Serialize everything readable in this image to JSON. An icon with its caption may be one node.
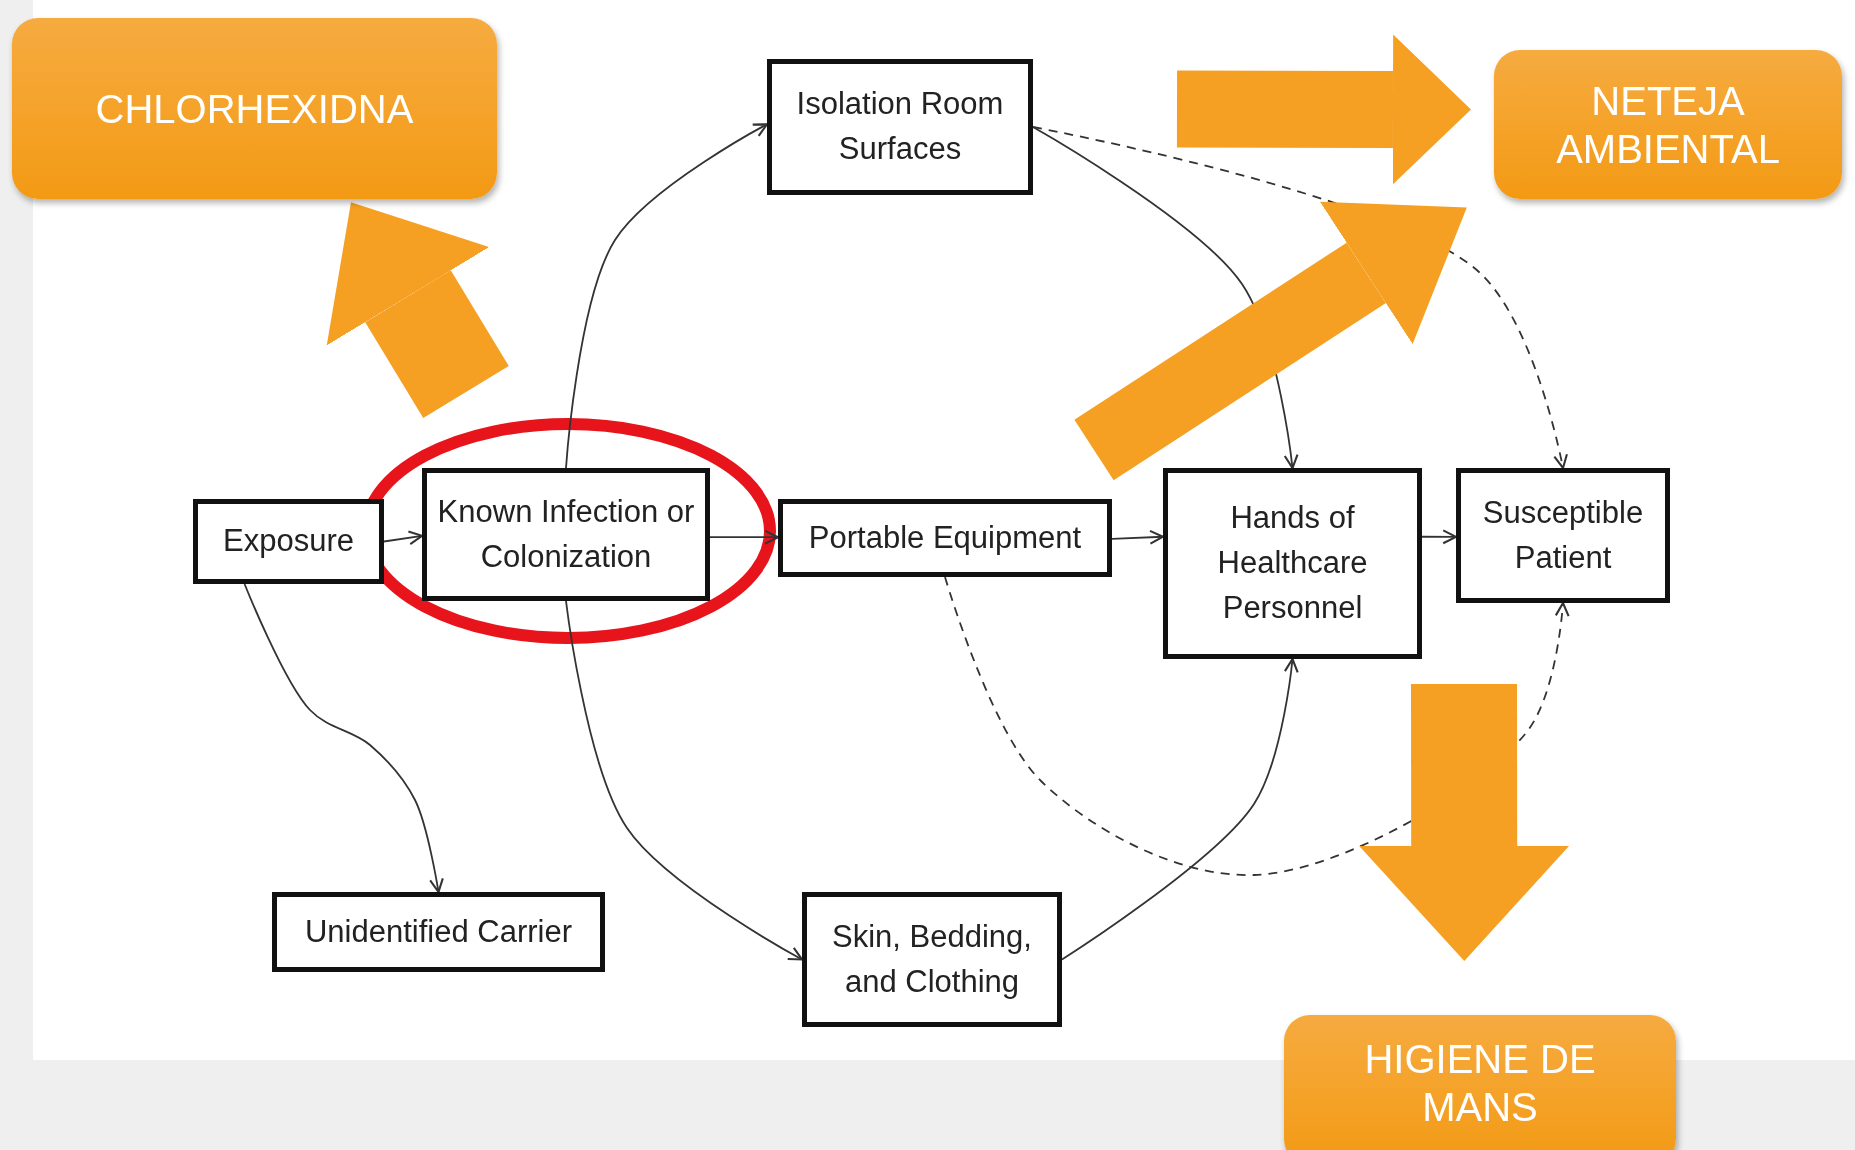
{
  "diagram": {
    "nodes": [
      {
        "text": [
          "CHLORHEXIDNA"
        ]
      },
      {
        "text": [
          "Isolation Room Surfaces"
        ]
      },
      {
        "text": [
          "NETEJA AMBIENTAL"
        ]
      },
      {
        "text": [
          "Exposure"
        ]
      },
      {
        "text": [
          "Known Infection or Colonization"
        ]
      },
      {
        "text": [
          "Portable Equipment"
        ]
      },
      {
        "text": [
          "Hands of Healthcare Personnel"
        ]
      },
      {
        "text": [
          "Susceptible Patient"
        ]
      },
      {
        "text": [
          "Unidentified Carrier"
        ]
      },
      {
        "text": [
          "Skin, Bedding, and Clothing"
        ]
      },
      {
        "text": [
          "HIGIENE DE MANS"
        ]
      }
    ],
    "edges": [
      {
        "from": 3,
        "to": 4,
        "arrow": "to"
      },
      {
        "from": 4,
        "to": 5,
        "arrow": "to"
      },
      {
        "from": 5,
        "to": 6,
        "arrow": "to"
      },
      {
        "from": 6,
        "to": 7,
        "arrow": "to"
      },
      {
        "from": 4,
        "to": 1,
        "arrow": "to"
      },
      {
        "from": 1,
        "to": 6,
        "arrow": "to"
      },
      {
        "from": 1,
        "to": 7,
        "arrow": "to",
        "style": "dashed"
      },
      {
        "from": 4,
        "to": 9,
        "arrow": "to"
      },
      {
        "from": 9,
        "to": 6,
        "arrow": "to"
      },
      {
        "from": 5,
        "to": 7,
        "arrow": "to",
        "style": "dashed"
      },
      {
        "from": 3,
        "to": 8,
        "arrow": "to"
      },
      {
        "from": null,
        "to": 0,
        "arrow": "to",
        "style": "thick",
        "color": "#f5a023"
      },
      {
        "from": null,
        "to": 2,
        "arrow": "to",
        "style": "thick",
        "color": "#f5a023"
      },
      {
        "from": null,
        "to": 2,
        "arrow": "to",
        "style": "thick",
        "color": "#f5a023"
      },
      {
        "from": null,
        "to": 10,
        "arrow": "to",
        "style": "thick",
        "color": "#f5a023"
      }
    ]
  }
}
